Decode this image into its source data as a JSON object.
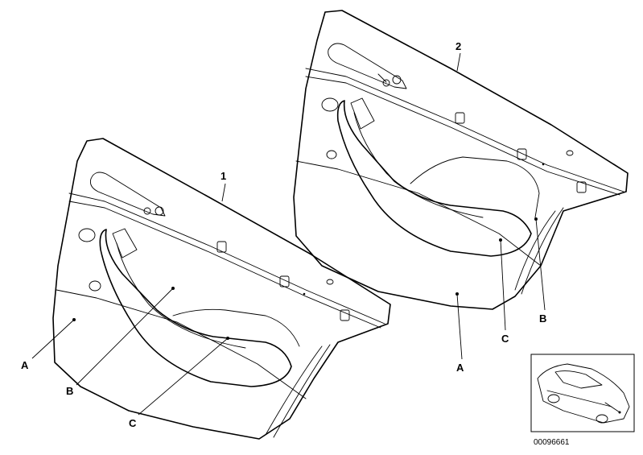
{
  "labels": {
    "part1": "1",
    "part2": "2",
    "a_left": "A",
    "b_left": "B",
    "c_left": "C",
    "a_right": "A",
    "b_right": "B",
    "c_right": "C"
  },
  "ref_number": "00096661",
  "icons": {
    "car": "car-silhouette-icon"
  }
}
